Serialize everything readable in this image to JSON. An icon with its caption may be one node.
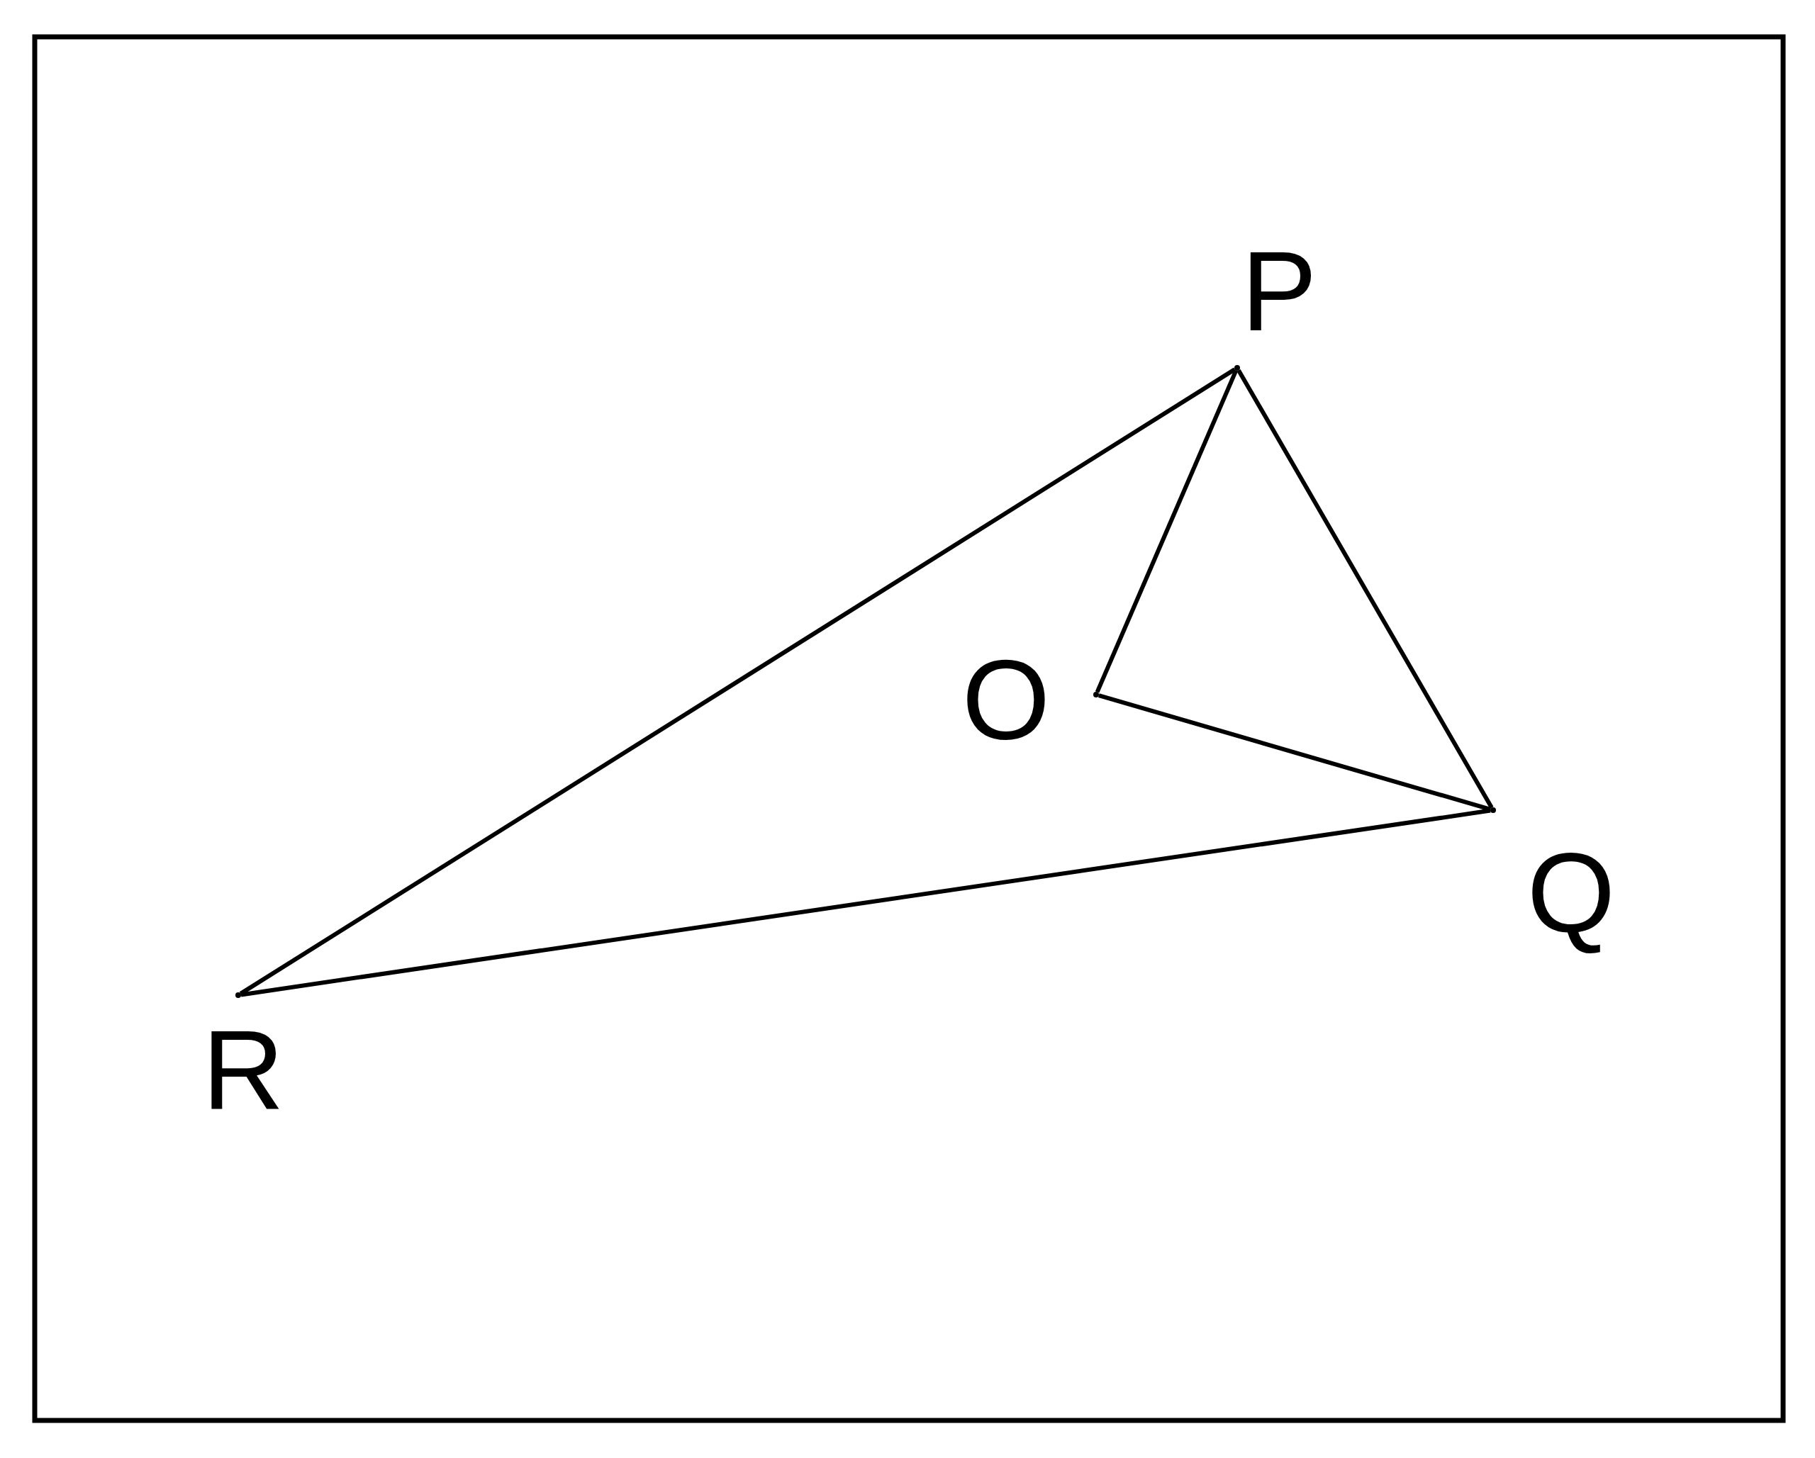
{
  "diagram": {
    "nodes": [
      {
        "text": [],
        "shape": "point",
        "beside": [
          "P"
        ]
      },
      {
        "text": [],
        "shape": "point",
        "beside": [
          "O"
        ]
      },
      {
        "text": [],
        "shape": "point",
        "beside": [
          "Q"
        ]
      },
      {
        "text": [],
        "shape": "point",
        "beside": [
          "R"
        ]
      }
    ],
    "edges": [
      {
        "from": 3,
        "to": 0,
        "arrow": "none"
      },
      {
        "from": 0,
        "to": 2,
        "arrow": "none"
      },
      {
        "from": 2,
        "to": 3,
        "arrow": "none"
      },
      {
        "from": 0,
        "to": 1,
        "arrow": "none"
      },
      {
        "from": 1,
        "to": 2,
        "arrow": "none"
      }
    ]
  }
}
